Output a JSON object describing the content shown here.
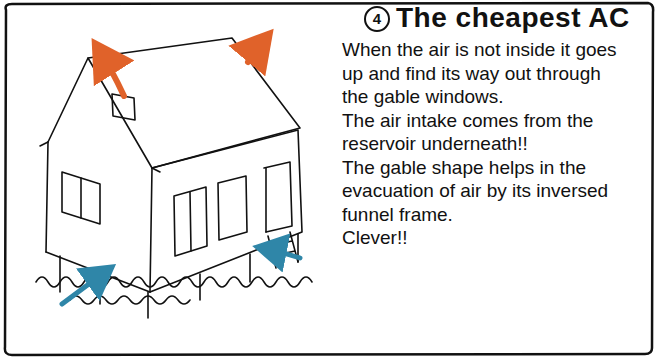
{
  "diagram": {
    "title": "The cheapest AC",
    "labels": [
      "4",
      "When the air is not inside it goes up and find its way out through the gable windows.",
      "The air intake comes from the reservoir underneath!!",
      "The gable shape helps in the evacuation of air by its inversed funnel frame.",
      "Clever!!"
    ]
  }
}
